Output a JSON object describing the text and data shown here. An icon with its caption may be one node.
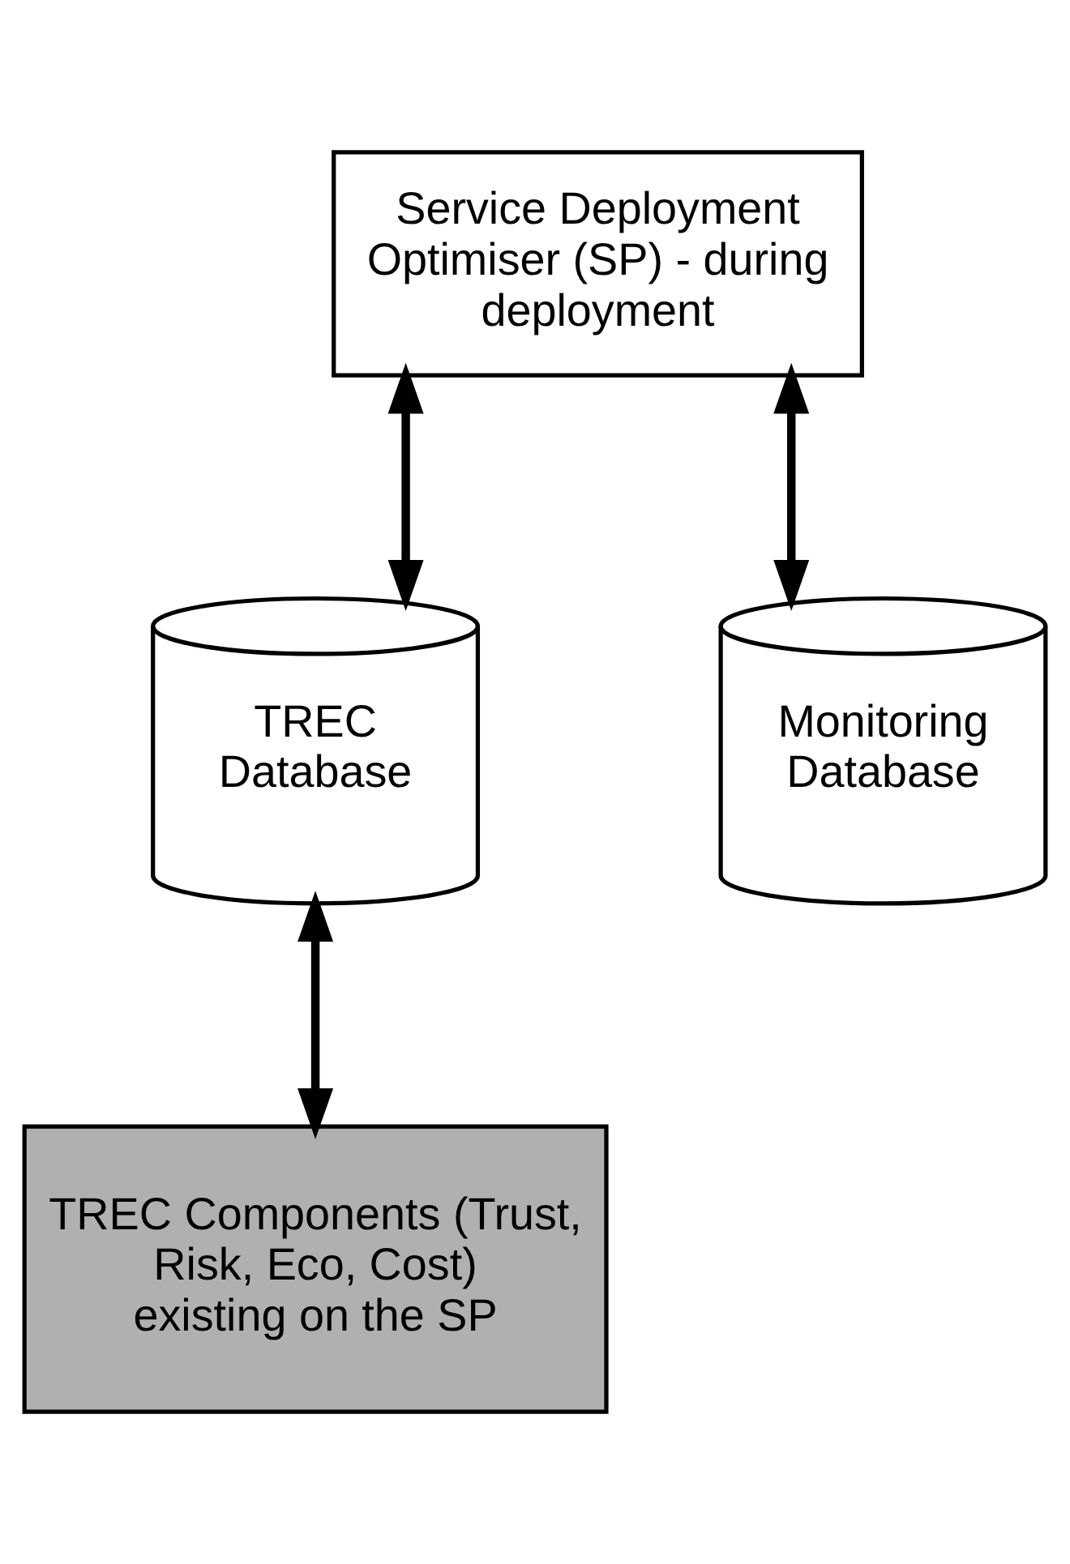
{
  "diagram": {
    "nodes": [
      {
        "text": [
          "Service Deployment Optimiser (SP) - during deployment"
        ]
      },
      {
        "text": [
          "TREC Database"
        ]
      },
      {
        "text": [
          "Monitoring Database"
        ]
      },
      {
        "text": [
          "TREC Components (Trust, Risk, Eco, Cost) existing on the SP"
        ]
      }
    ],
    "edges": [
      {
        "from": 0,
        "to": 1,
        "arrow": "both"
      },
      {
        "from": 0,
        "to": 2,
        "arrow": "both"
      },
      {
        "from": 1,
        "to": 3,
        "arrow": "both"
      }
    ]
  }
}
